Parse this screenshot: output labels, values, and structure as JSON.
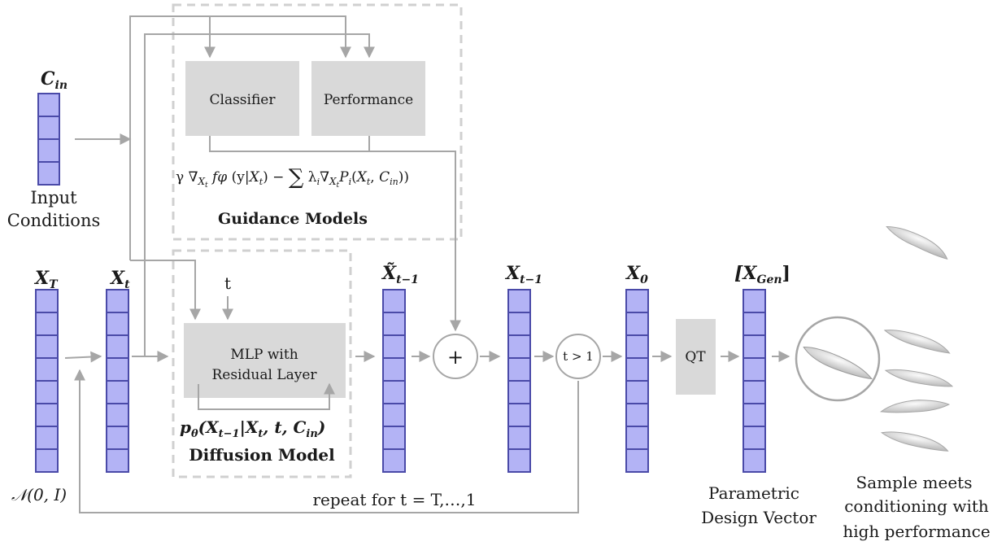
{
  "guidance": {
    "classifier_label": "Classifier",
    "performance_label": "Performance",
    "equation": "γ ∇Xt fφ (y|Xt) − ∑ λi∇Xt Pi(Xt, Cin))",
    "title": "Guidance Models"
  },
  "input": {
    "symbol": "C",
    "symbol_sub": "in",
    "caption_line1": "Input",
    "caption_line2": "Conditions"
  },
  "vectors": {
    "xT": {
      "symbol": "X",
      "sub": "T"
    },
    "xt": {
      "symbol": "X",
      "sub": "t"
    },
    "xtilde": {
      "symbol": "X̃",
      "sub": "t−1"
    },
    "xt1": {
      "symbol": "X",
      "sub": "t−1"
    },
    "x0": {
      "symbol": "X",
      "sub": "0"
    },
    "xgen": {
      "symbol": "[X",
      "sub": "Gen",
      "close": "]"
    }
  },
  "noise": {
    "label": "𝒩(0, I)"
  },
  "diffusion": {
    "t_label": "t",
    "mlp_line1": "MLP with",
    "mlp_line2": "Residual Layer",
    "formula": "pθ(Xt−1|Xt, t, Cin)",
    "title": "Diffusion Model"
  },
  "ops": {
    "plus": "+",
    "condition": "t > 1",
    "qt": "QT"
  },
  "loop": {
    "label": "repeat for t = T,…,1"
  },
  "captions": {
    "parametric_line1": "Parametric",
    "parametric_line2": "Design Vector",
    "sample_line1": "Sample meets",
    "sample_line2": "conditioning with",
    "sample_line3": "high performance"
  },
  "colors": {
    "vector_fill": "#b3b3f5",
    "vector_stroke": "#4a4aa8",
    "box_fill": "#d9d9d9",
    "line": "#a6a6a6"
  }
}
